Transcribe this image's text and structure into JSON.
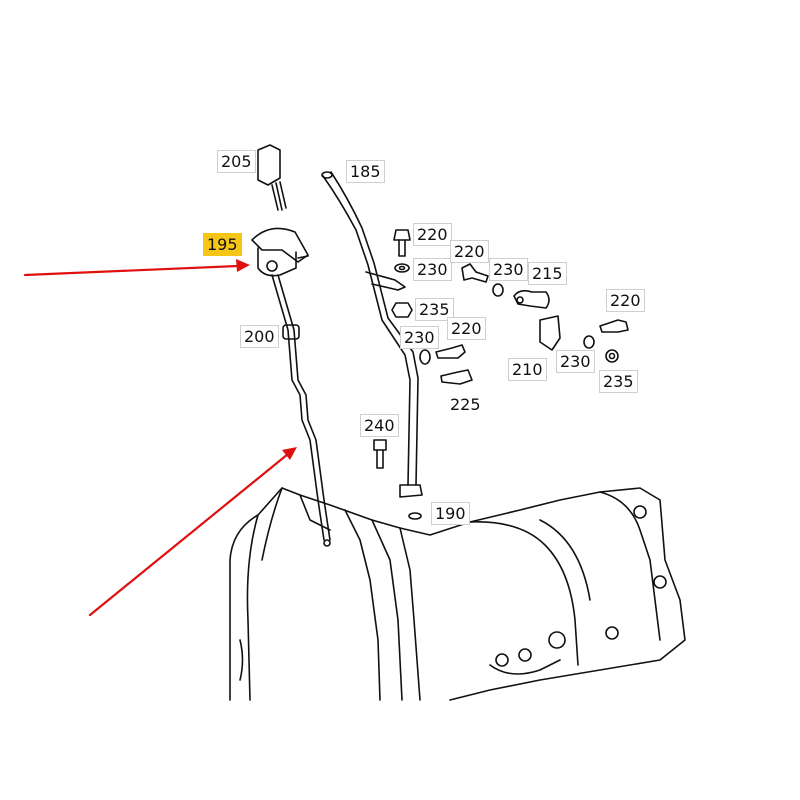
{
  "diagram": {
    "parts": [
      {
        "id": "p205",
        "label": "205"
      },
      {
        "id": "p185",
        "label": "185"
      },
      {
        "id": "p195",
        "label": "195",
        "highlighted": true
      },
      {
        "id": "p220a",
        "label": "220"
      },
      {
        "id": "p230a",
        "label": "230"
      },
      {
        "id": "p220b",
        "label": "220"
      },
      {
        "id": "p230b",
        "label": "230"
      },
      {
        "id": "p215",
        "label": "215"
      },
      {
        "id": "p235a",
        "label": "235"
      },
      {
        "id": "p220c",
        "label": "220"
      },
      {
        "id": "p230c",
        "label": "230"
      },
      {
        "id": "p220d",
        "label": "220"
      },
      {
        "id": "p210",
        "label": "210"
      },
      {
        "id": "p230d",
        "label": "230"
      },
      {
        "id": "p235b",
        "label": "235"
      },
      {
        "id": "p225",
        "label": "225"
      },
      {
        "id": "p200",
        "label": "200"
      },
      {
        "id": "p240",
        "label": "240"
      },
      {
        "id": "p190",
        "label": "190"
      }
    ],
    "highlight_color": "#f5c518",
    "arrow_color": "#e01010"
  }
}
